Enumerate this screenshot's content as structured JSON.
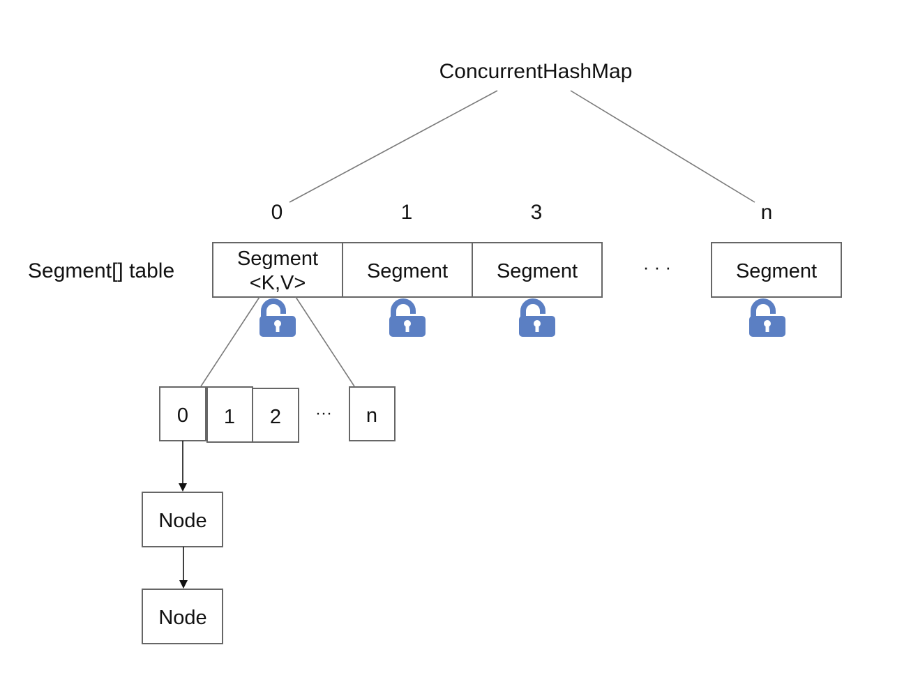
{
  "title": "ConcurrentHashMap",
  "segment_table_label": "Segment[] table",
  "segment_indices": [
    "0",
    "1",
    "3",
    "n"
  ],
  "segments": {
    "first_line1": "Segment",
    "first_line2": "<K,V>",
    "label": "Segment",
    "ellipsis": "· · ·"
  },
  "buckets": {
    "items": [
      "0",
      "1",
      "2",
      "n"
    ],
    "ellipsis": "···"
  },
  "nodes": [
    "Node",
    "Node"
  ],
  "icons": {
    "lock": "unlocked-padlock-icon"
  },
  "colors": {
    "lock": "#5b7fc3",
    "box_border": "#666666",
    "connector": "#7a7a7a"
  }
}
